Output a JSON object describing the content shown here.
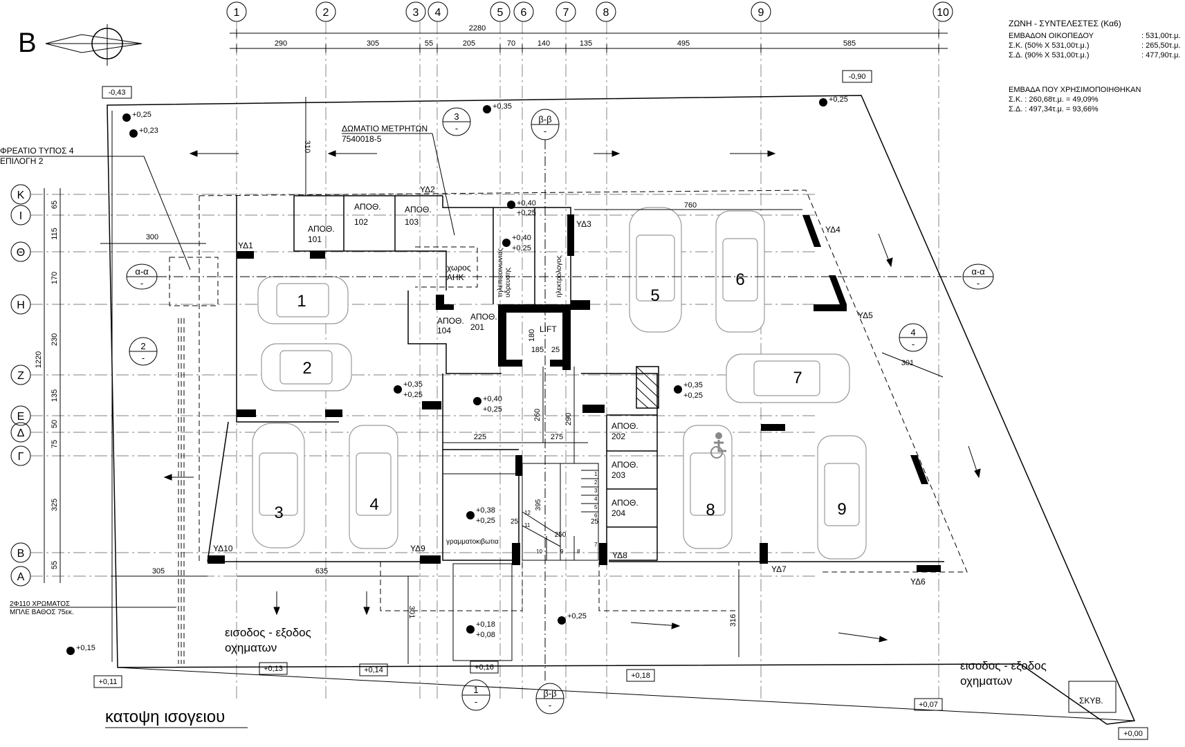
{
  "north_letter": "B",
  "title": "κατοψη ισογειου",
  "site_data": {
    "heading": "ΖΩΝΗ - ΣΥΝΤΕΛΕΣΤΕΣ (Κα6)",
    "rows": [
      {
        "label": "ΕΜΒΑΔΟΝ ΟΙΚΟΠΕΔΟΥ",
        "value": ": 531,00τ.μ."
      },
      {
        "label": "Σ.Κ. (50% X 531,00τ.μ.)",
        "value": ": 265,50τ.μ."
      },
      {
        "label": "Σ.Δ. (90% X 531,00τ.μ.)",
        "value": ": 477,90τ.μ."
      }
    ],
    "used_heading": "ΕΜΒΑΔΑ ΠΟΥ ΧΡΗΣΙΜΟΠΟΙΗΘΗΚΑΝ",
    "used_rows": [
      "Σ.Κ. : 260,68τ.μ. = 49,09%",
      "Σ.Δ. : 497,34τ.μ. = 93,66%"
    ]
  },
  "grid_columns": [
    "1",
    "2",
    "3",
    "4",
    "5",
    "6",
    "7",
    "8",
    "9",
    "10"
  ],
  "grid_rows": [
    "Κ",
    "Ι",
    "Θ",
    "Η",
    "Ζ",
    "Ε",
    "Δ",
    "Γ",
    "Β",
    "Α"
  ],
  "top_total_dimension": "2280",
  "top_dimensions": [
    "290",
    "305",
    "55",
    "205",
    "70",
    "140",
    "135",
    "495",
    "585"
  ],
  "left_total_dimension": "1220",
  "left_dimensions": [
    "65",
    "115",
    "170",
    "230",
    "135",
    "50",
    "75",
    "325",
    "55"
  ],
  "levels": [
    "-0,43",
    "-0,90",
    "+0,11",
    "+0,13",
    "+0,14",
    "+0,16",
    "+0,18",
    "+0,07",
    "+0,00"
  ],
  "spot_levels": [
    "+0,25",
    "+0,23",
    "+0,35",
    "+0,25",
    "+0,40",
    "+0,25",
    "+0,40",
    "+0,25",
    "+0,35",
    "+0,25",
    "+0,40",
    "+0,25",
    "+0,35",
    "+0,25",
    "+0,38",
    "+0,25",
    "+0,18",
    "+0,08",
    "+0,25",
    "+0,15"
  ],
  "annotations": {
    "meter_room": "ΔΩΜΑΤΙΟ ΜΕΤΡΗΤΩΝ",
    "meter_code": "7540018-5",
    "manhole_1": "ΦΡΕΑΤΙΟ ΤΥΠΟΣ 4",
    "manhole_2": "ΕΠΙΛΟΓΗ 2",
    "pipe_1": "2Φ110 ΧΡΩΜΑΤΟΣ",
    "pipe_2": "ΜΠΛΕ ΒΑΘΟΣ 75εκ.",
    "entrance_line1": "εισοδος - εξοδος",
    "entrance_line2": "οχηματων",
    "mailbox": "γραμματοκιβωτια",
    "ahk_1": "χωρος",
    "ahk_2": "ΑΗΚ",
    "telecom": "τηλεπικοινωνιας",
    "water": "υδρευσης",
    "electric": "ηλεκτρολογος",
    "lift": "LIFT",
    "bin": "ΣΚΥΒ."
  },
  "storage_rooms": [
    {
      "title": "ΑΠΟΘ.",
      "number": "101"
    },
    {
      "title": "ΑΠΟΘ.",
      "number": "102"
    },
    {
      "title": "ΑΠΟΘ.",
      "number": "103"
    },
    {
      "title": "ΑΠΟΘ.",
      "number": "104"
    },
    {
      "title": "ΑΠΟΘ.",
      "number": "201"
    },
    {
      "title": "ΑΠΟΘ.",
      "number": "202"
    },
    {
      "title": "ΑΠΟΘ.",
      "number": "203"
    },
    {
      "title": "ΑΠΟΘ.",
      "number": "204"
    }
  ],
  "parking_numbers": [
    "1",
    "2",
    "3",
    "4",
    "5",
    "6",
    "7",
    "8",
    "9"
  ],
  "columns": [
    "ΥΔ1",
    "ΥΔ2",
    "ΥΔ3",
    "ΥΔ4",
    "ΥΔ5",
    "ΥΔ6",
    "ΥΔ7",
    "ΥΔ8",
    "ΥΔ9",
    "ΥΔ10"
  ],
  "sections": {
    "aa": "α-α",
    "bb": "β-β",
    "dash": "-",
    "s1": "1",
    "s2": "2",
    "s3": "3",
    "s4": "4"
  },
  "interior_dimensions": [
    "310",
    "300",
    "760",
    "301",
    "180",
    "185",
    "25",
    "225",
    "275",
    "260",
    "290",
    "395",
    "25",
    "25",
    "250",
    "635",
    "305",
    "301",
    "316"
  ],
  "stair_steps": [
    "1",
    "2",
    "3",
    "4",
    "5",
    "6",
    "7",
    "8",
    "9",
    "10",
    "11",
    "12"
  ]
}
